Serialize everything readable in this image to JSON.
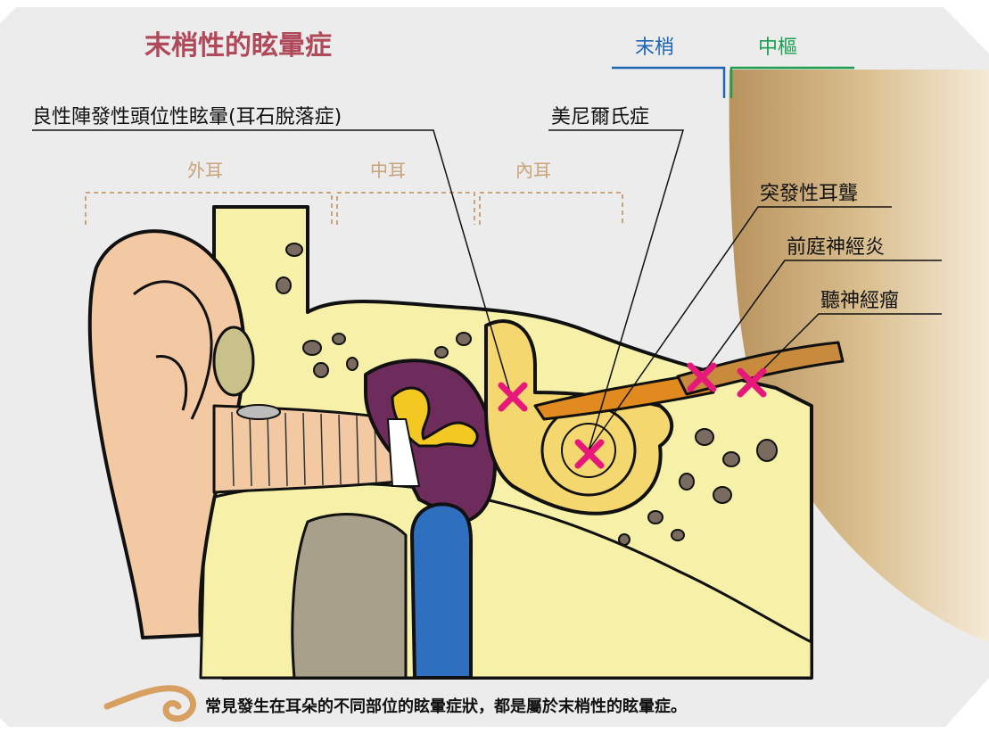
{
  "title": "末梢性的眩暈症",
  "legend": {
    "peripheral": "末梢",
    "central": "中樞",
    "peripheral_color": "#1e66b4",
    "central_color": "#1a9e50"
  },
  "regions": {
    "outer": "外耳",
    "middle": "中耳",
    "inner": "內耳"
  },
  "labels": {
    "bppv": "良性陣發性頭位性眩暈(耳石脫落症)",
    "meniere": "美尼爾氏症",
    "sudden_deafness": "突發性耳聾",
    "vestibular_neuritis": "前庭神經炎",
    "acoustic_neuroma": "聽神經瘤"
  },
  "caption": "常見發生在耳朵的不同部位的眩暈症狀，都是屬於末梢性的眩暈症。",
  "colors": {
    "title": "#b04a5a",
    "marker": "#e6197a",
    "region_label": "#c8a47a",
    "bone": "#f6f0a8",
    "skin": "#f3c9a4",
    "brain": "#c9a674",
    "background": "#ececec"
  }
}
